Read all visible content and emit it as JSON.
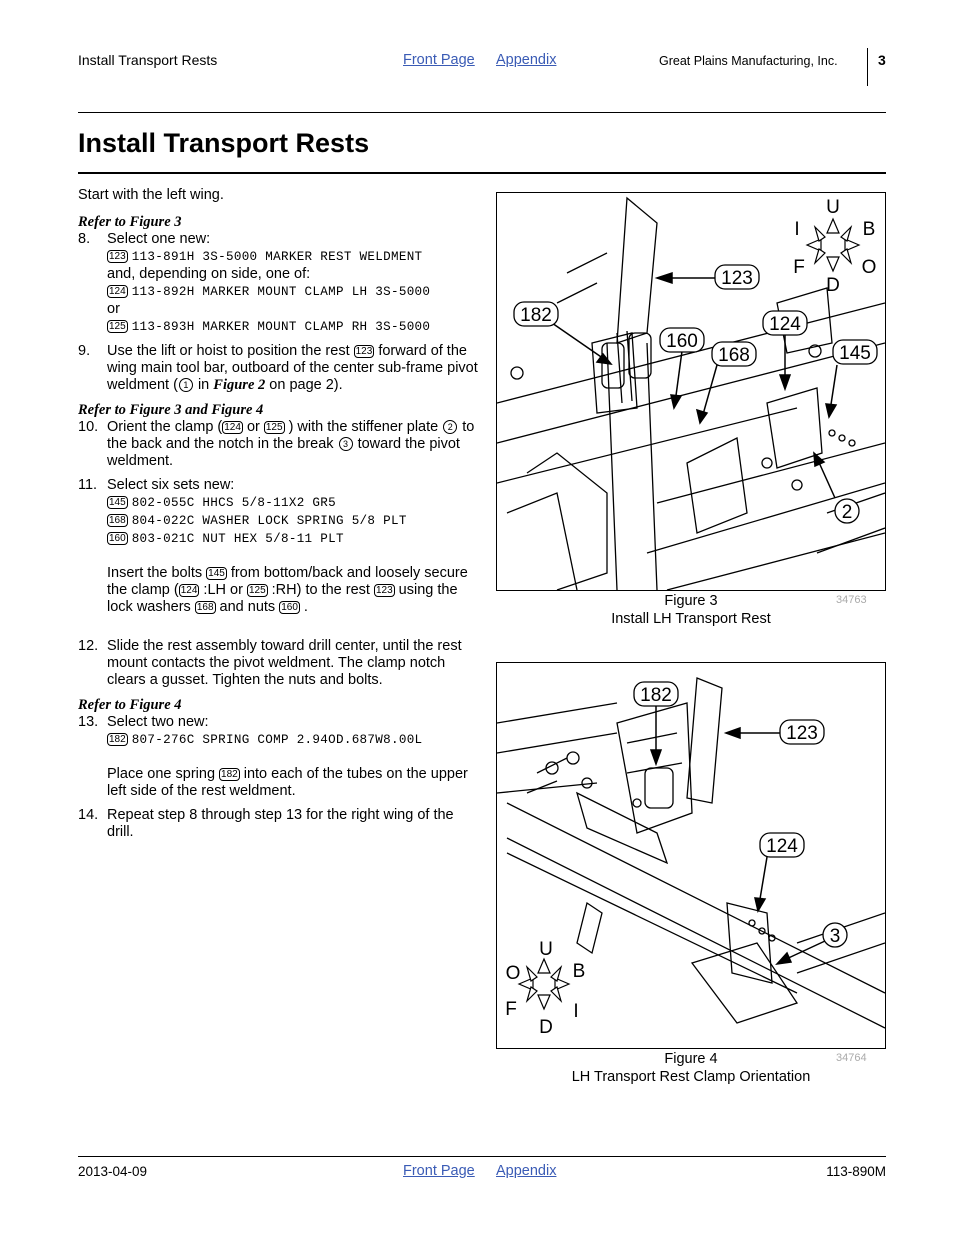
{
  "header": {
    "section": "Install Transport Rests",
    "front_page": "Front Page",
    "appendix": "Appendix",
    "company": "Great Plains Manufacturing, Inc.",
    "page": "3"
  },
  "title": "Install Transport Rests",
  "intro": "Start with the left wing.",
  "ref1": "Refer to Figure 3",
  "step8": {
    "num": "8.",
    "text": "Select one new:",
    "part1_id": "123",
    "part1": "113-891H 3S-5000 MARKER REST WELDMENT",
    "and_text": "and, depending on side, one of:",
    "part2_id": "124",
    "part2": "113-892H MARKER MOUNT CLAMP LH 3S-5000",
    "or_text": "or",
    "part3_id": "125",
    "part3": "113-893H MARKER MOUNT CLAMP RH 3S-5000"
  },
  "step9": {
    "num": "9.",
    "a": "Use the lift or hoist to position the rest",
    "badge": "123",
    "b": "forward of the wing main tool bar, outboard of the center sub-frame pivot weldment (",
    "circ": "1",
    "c": "in",
    "fig": "Figure 2",
    "d": "on page 2)."
  },
  "ref2": "Refer to Figure 3 and Figure 4",
  "step10": {
    "num": "10.",
    "a": "Orient the clamp (",
    "b1": "124",
    "or": "or",
    "b2": "125",
    "c": ") with the stiffener plate",
    "circ1": "2",
    "d": "to the back and the notch in the break",
    "circ2": "3",
    "e": "toward the pivot weldment."
  },
  "step11": {
    "num": "11.",
    "text": "Select six sets new:",
    "parts": [
      {
        "id": "145",
        "text": "802-055C HHCS 5/8-11X2 GR5"
      },
      {
        "id": "168",
        "text": "804-022C WASHER LOCK SPRING 5/8 PLT"
      },
      {
        "id": "160",
        "text": "803-021C NUT HEX 5/8-11 PLT"
      }
    ],
    "p_a": "Insert the bolts",
    "p_b1": "145",
    "p_b": "from bottom/back and loosely secure the clamp (",
    "p_b2": "124",
    "p_c": ":LH or",
    "p_b3": "125",
    "p_d": ":RH) to the rest",
    "p_b4": "123",
    "p_e": "using the lock washers",
    "p_b5": "168",
    "p_f": "and nuts",
    "p_b6": "160",
    "p_g": "."
  },
  "step12": {
    "num": "12.",
    "text": "Slide the rest assembly toward drill center, until the rest mount contacts the pivot weldment. The clamp notch clears a gusset. Tighten the nuts and bolts."
  },
  "ref3": "Refer to Figure 4",
  "step13": {
    "num": "13.",
    "text": "Select two new:",
    "part_id": "182",
    "part": "807-276C SPRING COMP 2.94OD.687W8.00L",
    "p_a": "Place one spring",
    "p_badge": "182",
    "p_b": "into each of the tubes on the upper left side of the rest weldment."
  },
  "step14": {
    "num": "14.",
    "text": "Repeat step 8 through step 13 for the right wing of the drill."
  },
  "figure3": {
    "label": "Figure 3",
    "caption": "Install LH Transport Rest",
    "id": "34763",
    "callouts": [
      "123",
      "182",
      "160",
      "168",
      "124",
      "145",
      "2"
    ],
    "compass": {
      "u": "U",
      "d": "D",
      "i": "I",
      "b": "B",
      "f": "F",
      "o": "O"
    }
  },
  "figure4": {
    "label": "Figure 4",
    "caption": "LH Transport Rest Clamp Orientation",
    "id": "34764",
    "callouts": [
      "182",
      "123",
      "124",
      "3"
    ],
    "compass": {
      "u": "U",
      "d": "D",
      "o": "O",
      "b": "B",
      "f": "F",
      "i": "I"
    }
  },
  "footer": {
    "date": "2013-04-09",
    "front_page": "Front Page",
    "appendix": "Appendix",
    "doc": "113-890M"
  }
}
